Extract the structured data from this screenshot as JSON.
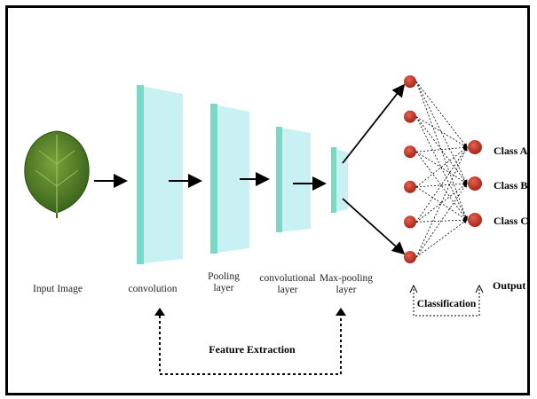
{
  "labels": {
    "input_image": "Input Image",
    "convolution": "convolution",
    "pooling_line1": "Pooling",
    "pooling_line2": "layer",
    "conv2_line1": "convolutional",
    "conv2_line2": "layer",
    "maxpool_line1": "Max-pooling",
    "maxpool_line2": "layer",
    "classification": "Classification",
    "output": "Output",
    "feature_extraction": "Feature Extraction",
    "class_a": "Class A",
    "class_b": "Class B",
    "class_c": "Class C"
  },
  "colors": {
    "layer_face": "#c9f0f3",
    "layer_edge": "#7ad9c6",
    "neuron": "#c0392b",
    "neuron_dark": "#8e1c12",
    "leaf": "#3d6b1f"
  },
  "network": {
    "hidden_neurons": 6,
    "output_neurons": 3
  }
}
